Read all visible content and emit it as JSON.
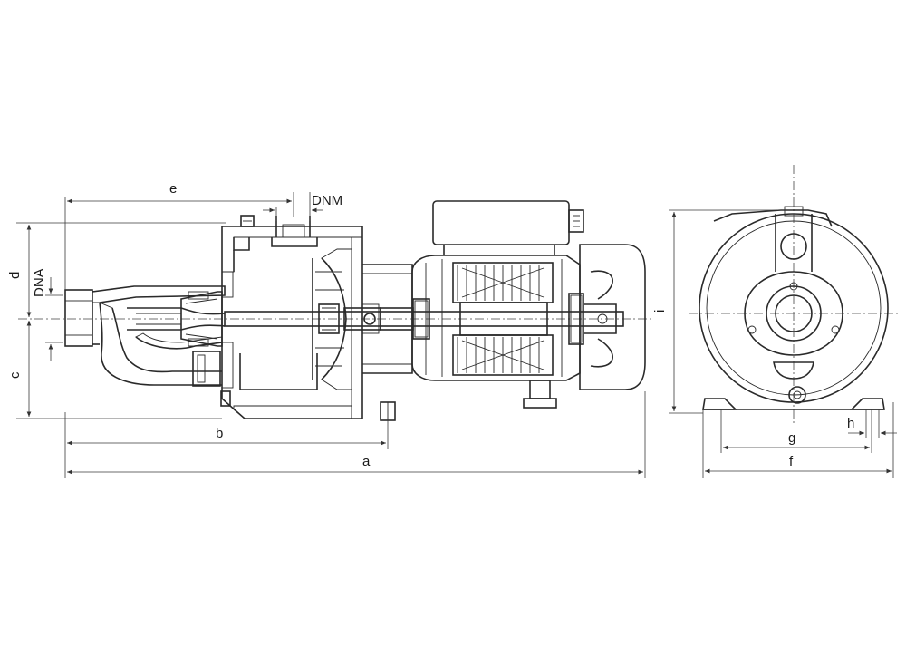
{
  "labels": {
    "a": "a",
    "b": "b",
    "c": "c",
    "d": "d",
    "e": "e",
    "f": "f",
    "g": "g",
    "h": "h",
    "i": "i",
    "dnm": "DNM",
    "dna": "DNA"
  }
}
